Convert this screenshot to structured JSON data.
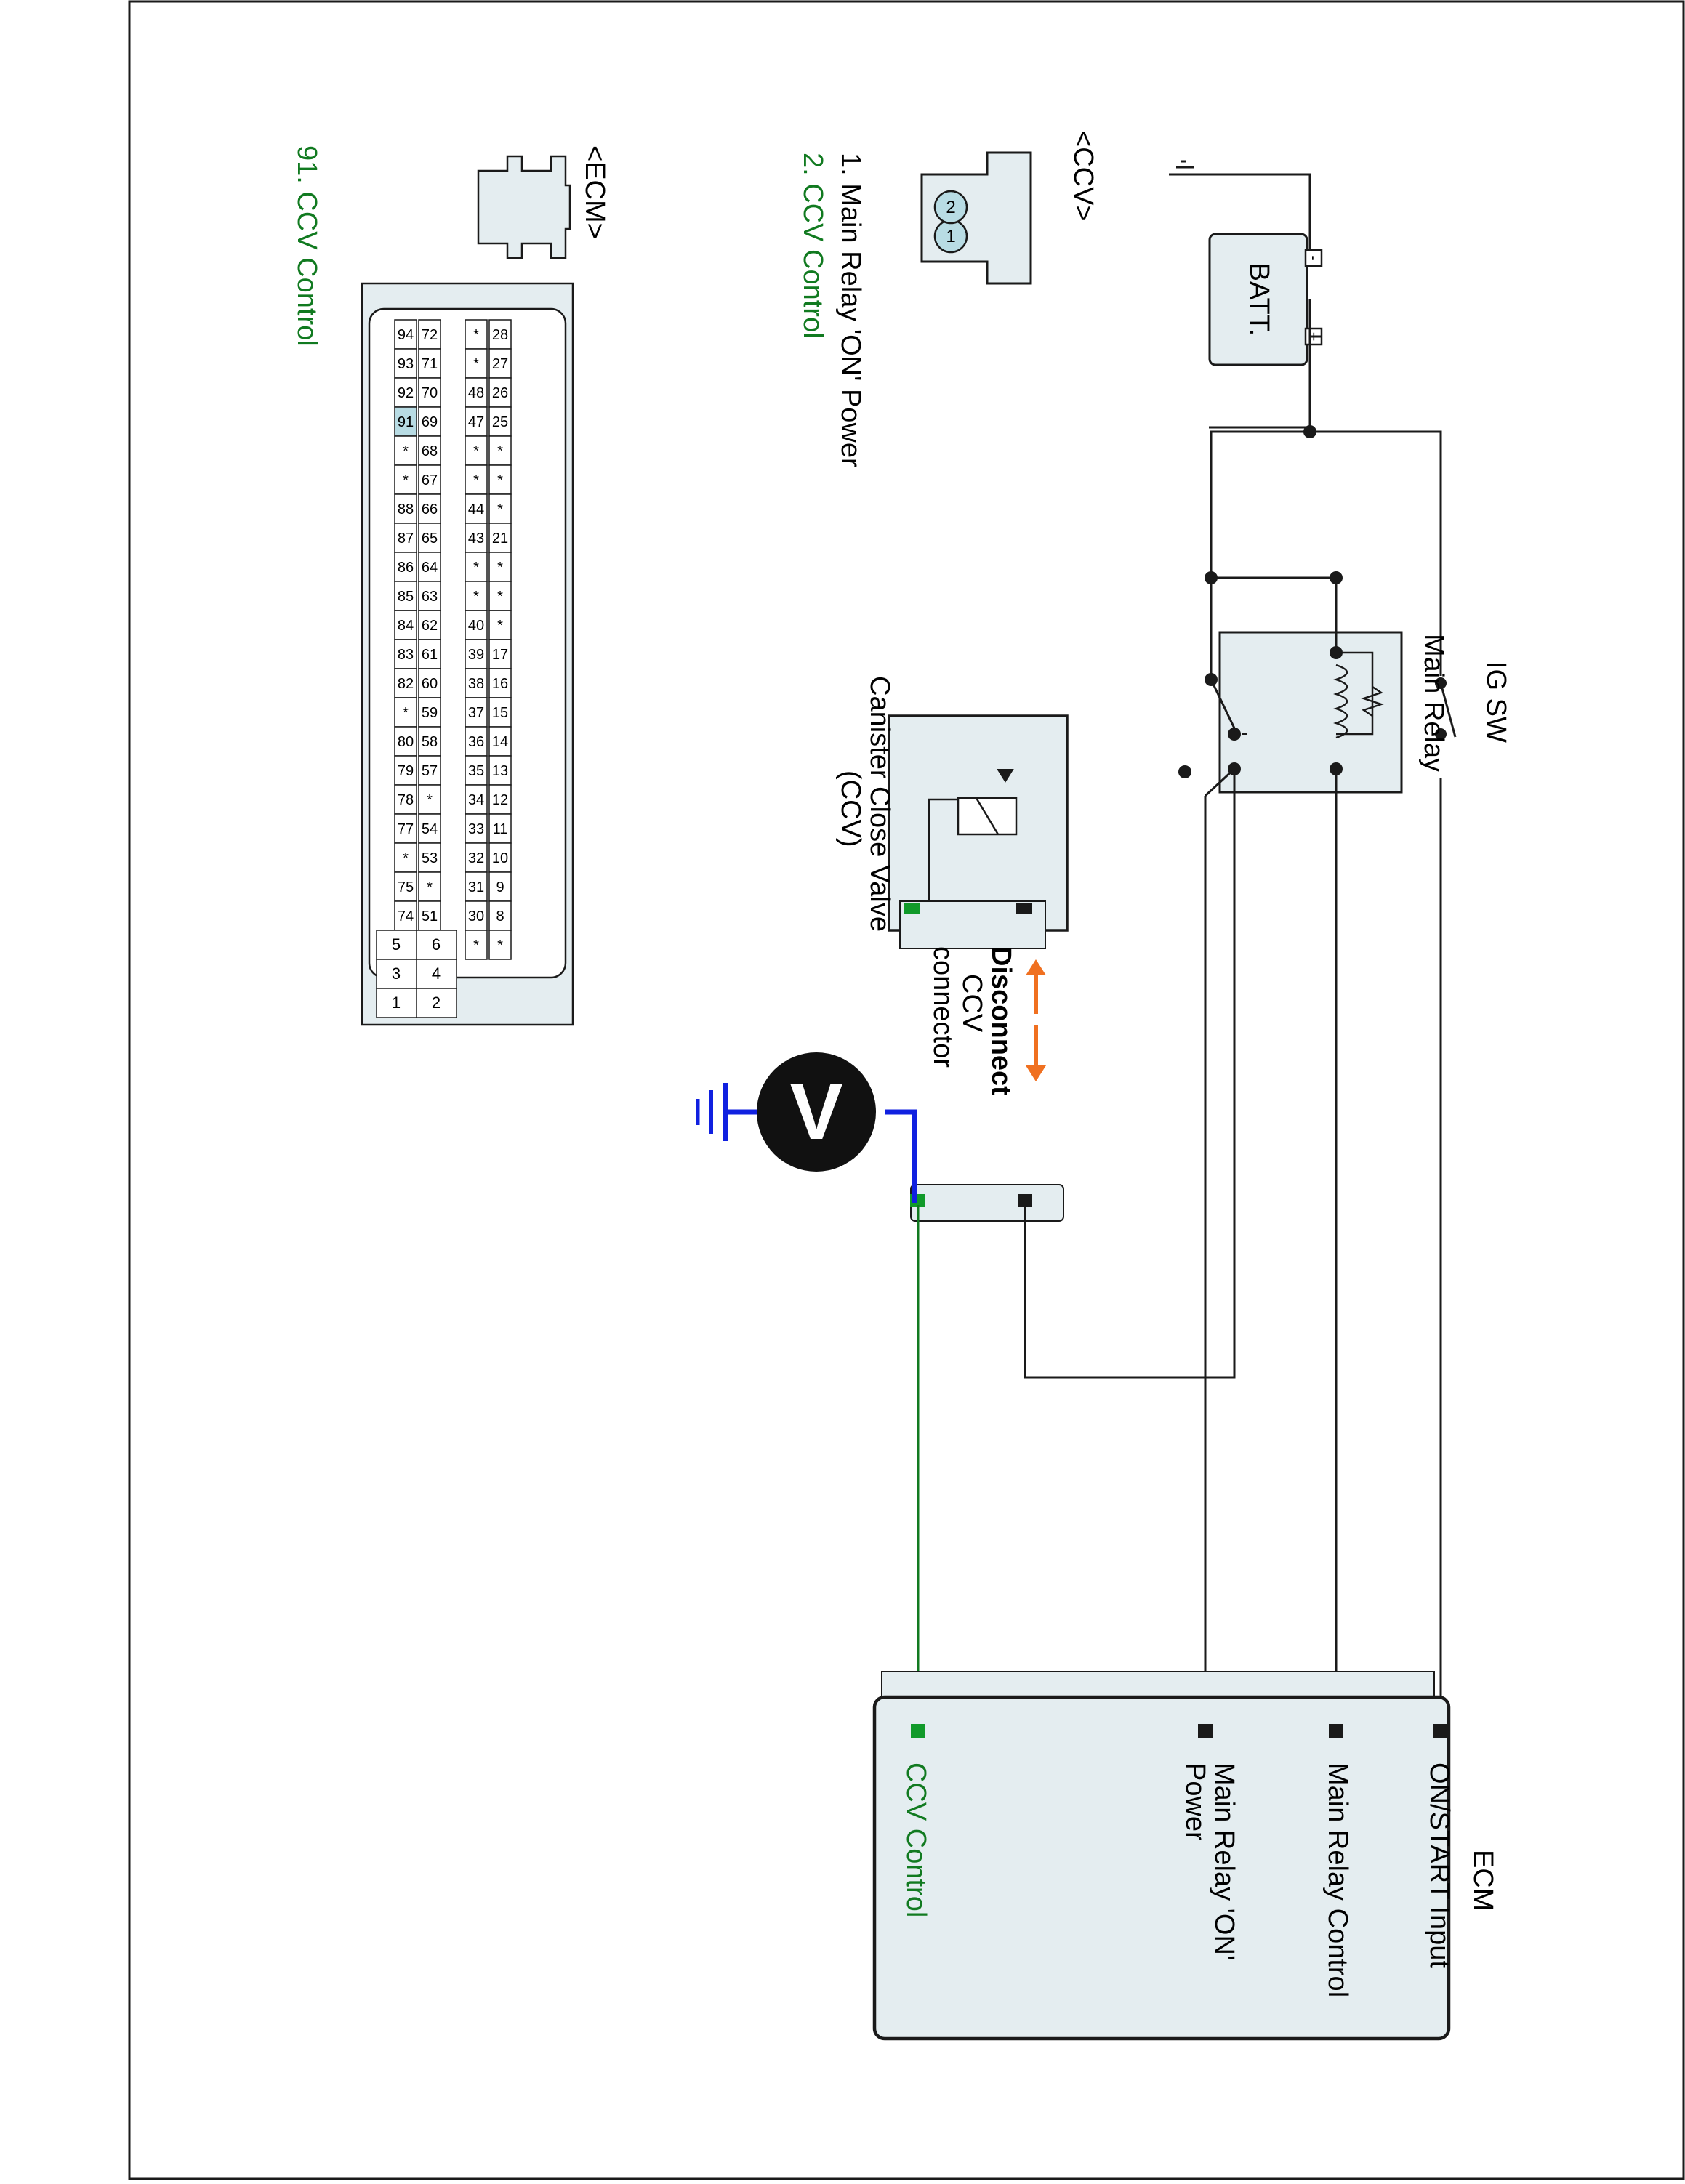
{
  "labels": {
    "ig_sw": "IG SW",
    "main_relay": "Main Relay",
    "batt": "BATT.",
    "batt_neg": "-",
    "batt_pos": "+",
    "ccv_valve_line1": "Canister Close Valve",
    "ccv_valve_line2": "(CCV)",
    "disconnect_line1": "Disconnect",
    "disconnect_line2": "CCV",
    "disconnect_line3": "connector",
    "voltmeter": "V",
    "ecm_title": "ECM",
    "ecm_pin_on_start": "ON/START Input",
    "ecm_pin_relay_control": "Main Relay Control",
    "ecm_pin_relay_power_line1": "Main Relay 'ON'",
    "ecm_pin_relay_power_line2": "Power",
    "ecm_pin_ccv_control": "CCV Control",
    "ccv_connector_title": "<CCV>",
    "ccv_pin1_num": "1",
    "ccv_pin2_num": "2",
    "ccv_pin1_desc": "1. Main Relay 'ON' Power",
    "ccv_pin2_desc": "2. CCV Control",
    "ecm_connector_title": "<ECM>",
    "ecm_pin91_desc": "91. CCV Control"
  },
  "ecm_connector_grid": {
    "row_a": [
      "94",
      "93",
      "92",
      "91",
      "*",
      "*",
      "88",
      "87",
      "86",
      "85",
      "84",
      "83",
      "82",
      "*",
      "80",
      "79",
      "78",
      "77",
      "*",
      "75",
      "74",
      "*"
    ],
    "row_b": [
      "72",
      "71",
      "70",
      "69",
      "68",
      "67",
      "66",
      "65",
      "64",
      "63",
      "62",
      "61",
      "60",
      "59",
      "58",
      "57",
      "*",
      "54",
      "53",
      "*",
      "51",
      ""
    ],
    "row_c": [
      "*",
      "*",
      "48",
      "47",
      "*",
      "*",
      "44",
      "43",
      "*",
      "*",
      "40",
      "39",
      "38",
      "37",
      "36",
      "35",
      "34",
      "33",
      "32",
      "31",
      "30",
      "*"
    ],
    "row_d": [
      "28",
      "27",
      "26",
      "25",
      "*",
      "*",
      "*",
      "21",
      "*",
      "*",
      "*",
      "17",
      "16",
      "15",
      "14",
      "13",
      "12",
      "11",
      "10",
      "9",
      "8",
      "*"
    ],
    "small_block": [
      [
        "6",
        "5"
      ],
      [
        "4",
        "3"
      ],
      [
        "2",
        "1"
      ]
    ],
    "highlighted_pin": "91"
  },
  "colors": {
    "line": "#1a1a1a",
    "green": "#117a20",
    "pin_green": "#119a2a",
    "blue": "#1020e0",
    "orange": "#f07020",
    "box_fill": "#e4edf0",
    "highlight": "#b8dce4"
  }
}
